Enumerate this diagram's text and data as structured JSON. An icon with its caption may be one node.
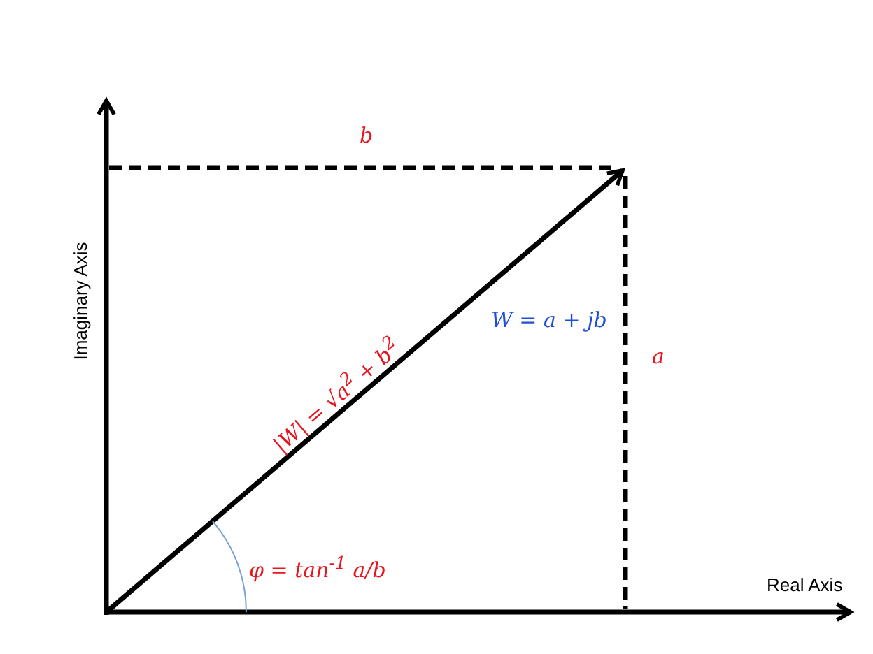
{
  "diagram": {
    "labels": [
      "b",
      "Imaginary Axis",
      "W = a + jb",
      "a",
      "|W| = √a$^{2}$ + b$^{2}$",
      "φ = tan$^{-1}$ a/b",
      "Real Axis"
    ]
  }
}
